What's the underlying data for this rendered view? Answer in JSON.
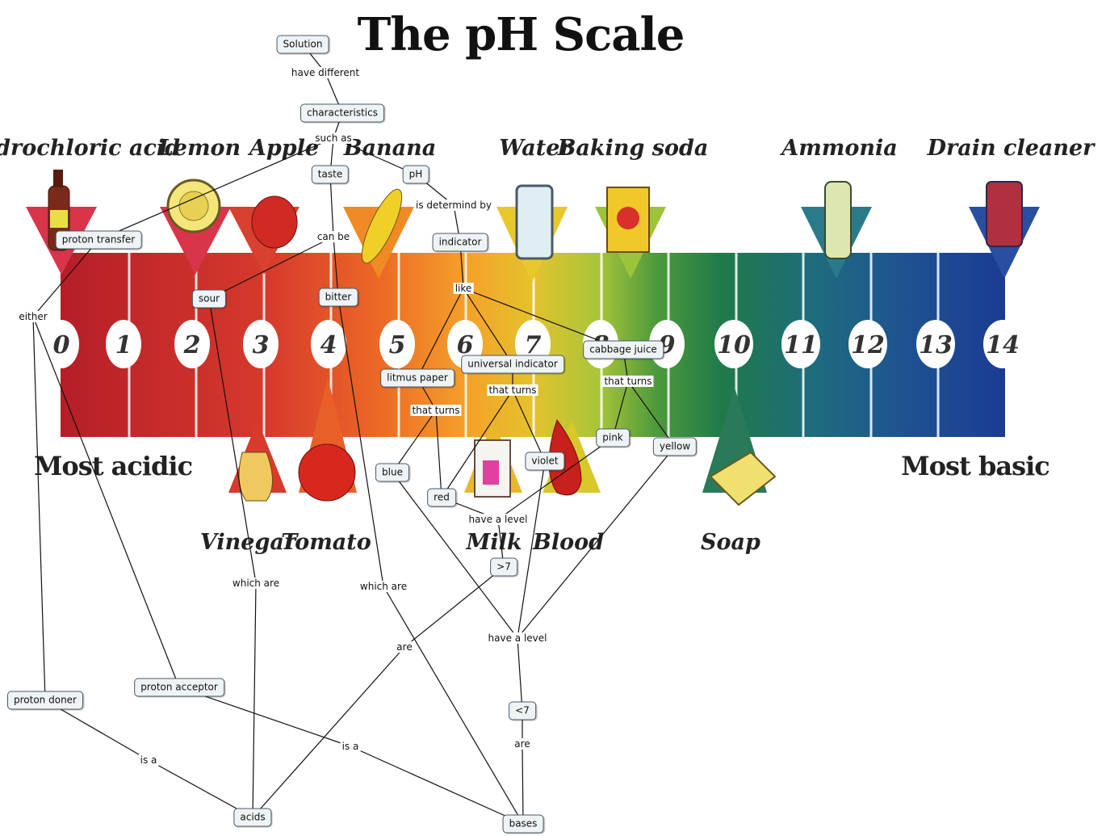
{
  "title": "The pH Scale",
  "scale_numbers": [
    "0",
    "1",
    "2",
    "3",
    "4",
    "5",
    "6",
    "7",
    "8",
    "9",
    "10",
    "11",
    "12",
    "13",
    "14"
  ],
  "top_items": [
    "Hydrochloric acid",
    "Lemon",
    "Apple",
    "Banana",
    "Water",
    "Baking soda",
    "Ammonia",
    "Drain cleaner"
  ],
  "bottom_items": [
    "Vinegar",
    "Tomato",
    "Milk",
    "Blood",
    "Soap"
  ],
  "ends": {
    "acidic": "Most acidic",
    "basic": "Most basic"
  },
  "concepts": {
    "solution": "Solution",
    "characteristics": "characteristics",
    "taste": "taste",
    "ph": "pH",
    "indicator": "indicator",
    "proton_transfer": "proton transfer",
    "sour": "sour",
    "bitter": "bitter",
    "litmus_paper": "litmus paper",
    "universal_indicator": "universal indicator",
    "cabbage_juice": "cabbage juice",
    "blue": "blue",
    "red": "red",
    "violet": "violet",
    "pink": "pink",
    "yellow": "yellow",
    "gt7": ">7",
    "lt7": "<7",
    "proton_acceptor": "proton acceptor",
    "proton_doner": "proton doner",
    "acids": "acids",
    "bases": "bases"
  },
  "linking_phrases": {
    "have_different": "have different",
    "such_as": "such as",
    "is_determind_by": "is determind by",
    "can_be": "can be",
    "like": "like",
    "either": "either",
    "that_turns_litmus": "that turns",
    "that_turns_universal": "that turns",
    "that_turns_cabbage": "that turns",
    "have_a_level_1": "have a level",
    "have_a_level_2": "have a level",
    "which_are_1": "which are",
    "which_are_2": "which are",
    "are_1": "are",
    "are_2": "are",
    "is_a_1": "is a",
    "is_a_2": "is a"
  },
  "colors": {
    "acid_red": "#c8222a",
    "orange": "#f08a24",
    "green": "#6fb43c",
    "dark_green": "#1f7a3a",
    "teal": "#1f6e86",
    "blue": "#1d3f95",
    "node_fill": "#eef3f6",
    "node_border": "#4a5a66"
  }
}
